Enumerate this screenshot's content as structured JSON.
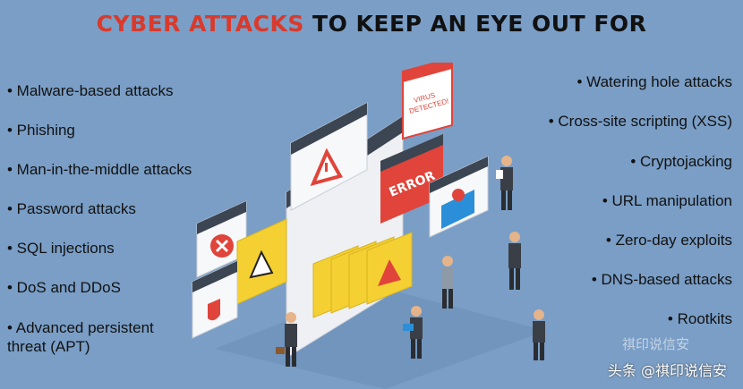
{
  "title": {
    "part1": "CYBER ATTACKS",
    "part2": " TO KEEP AN EYE OUT FOR"
  },
  "left_list": [
    "• Malware-based attacks",
    "• Phishing",
    "• Man-in-the-middle attacks",
    "• Password attacks",
    "• SQL injections",
    "• DoS and DDoS",
    "• Advanced persistent",
    "threat (APT)"
  ],
  "right_list": [
    "• Watering hole attacks",
    "• Cross-site scripting (XSS)",
    "• Cryptojacking",
    "• URL manipulation",
    "• Zero-day exploits",
    "• DNS-based attacks",
    "• Rootkits"
  ],
  "illustration": {
    "error_label": "ERROR",
    "virus_label_1": "VIRUS",
    "virus_label_2": "DETECTED!"
  },
  "watermark": {
    "text": "头条 @祺印说信安",
    "ghost": "祺印说信安"
  },
  "colors": {
    "background": "#7a9ec6",
    "accent_red": "#d93a2b",
    "warning_yellow": "#f5d033"
  }
}
